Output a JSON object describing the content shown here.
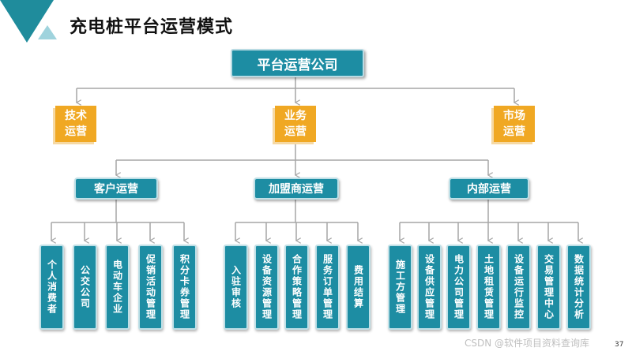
{
  "title": "充电桩平台运营模式",
  "root": "平台运营公司",
  "level1": [
    {
      "line1": "技术",
      "line2": "运营"
    },
    {
      "line1": "业务",
      "line2": "运营"
    },
    {
      "line1": "市场",
      "line2": "运营"
    }
  ],
  "level2": [
    "客户运营",
    "加盟商运营",
    "内部运营"
  ],
  "leaves": {
    "customer": [
      "个人消费者",
      "公交公司",
      "电动车企业",
      "促销活动管理",
      "积分卡券管理"
    ],
    "franchise": [
      "入驻审核",
      "设备资源管理",
      "合作策略管理",
      "服务订单管理",
      "费用结算"
    ],
    "internal": [
      "施工方管理",
      "设备供应管理",
      "电力公司管理",
      "土地租赁管理",
      "设备运行监控",
      "交易管理中心",
      "数据统计分析"
    ]
  },
  "page_number": "37",
  "watermark": "CSDN @软件项目资料查询库",
  "colors": {
    "primary": "#1d8da3",
    "accent": "#f0a823",
    "line": "#a6a6a6"
  },
  "icons": {
    "corner_logo": "teal-triangle-icon"
  }
}
